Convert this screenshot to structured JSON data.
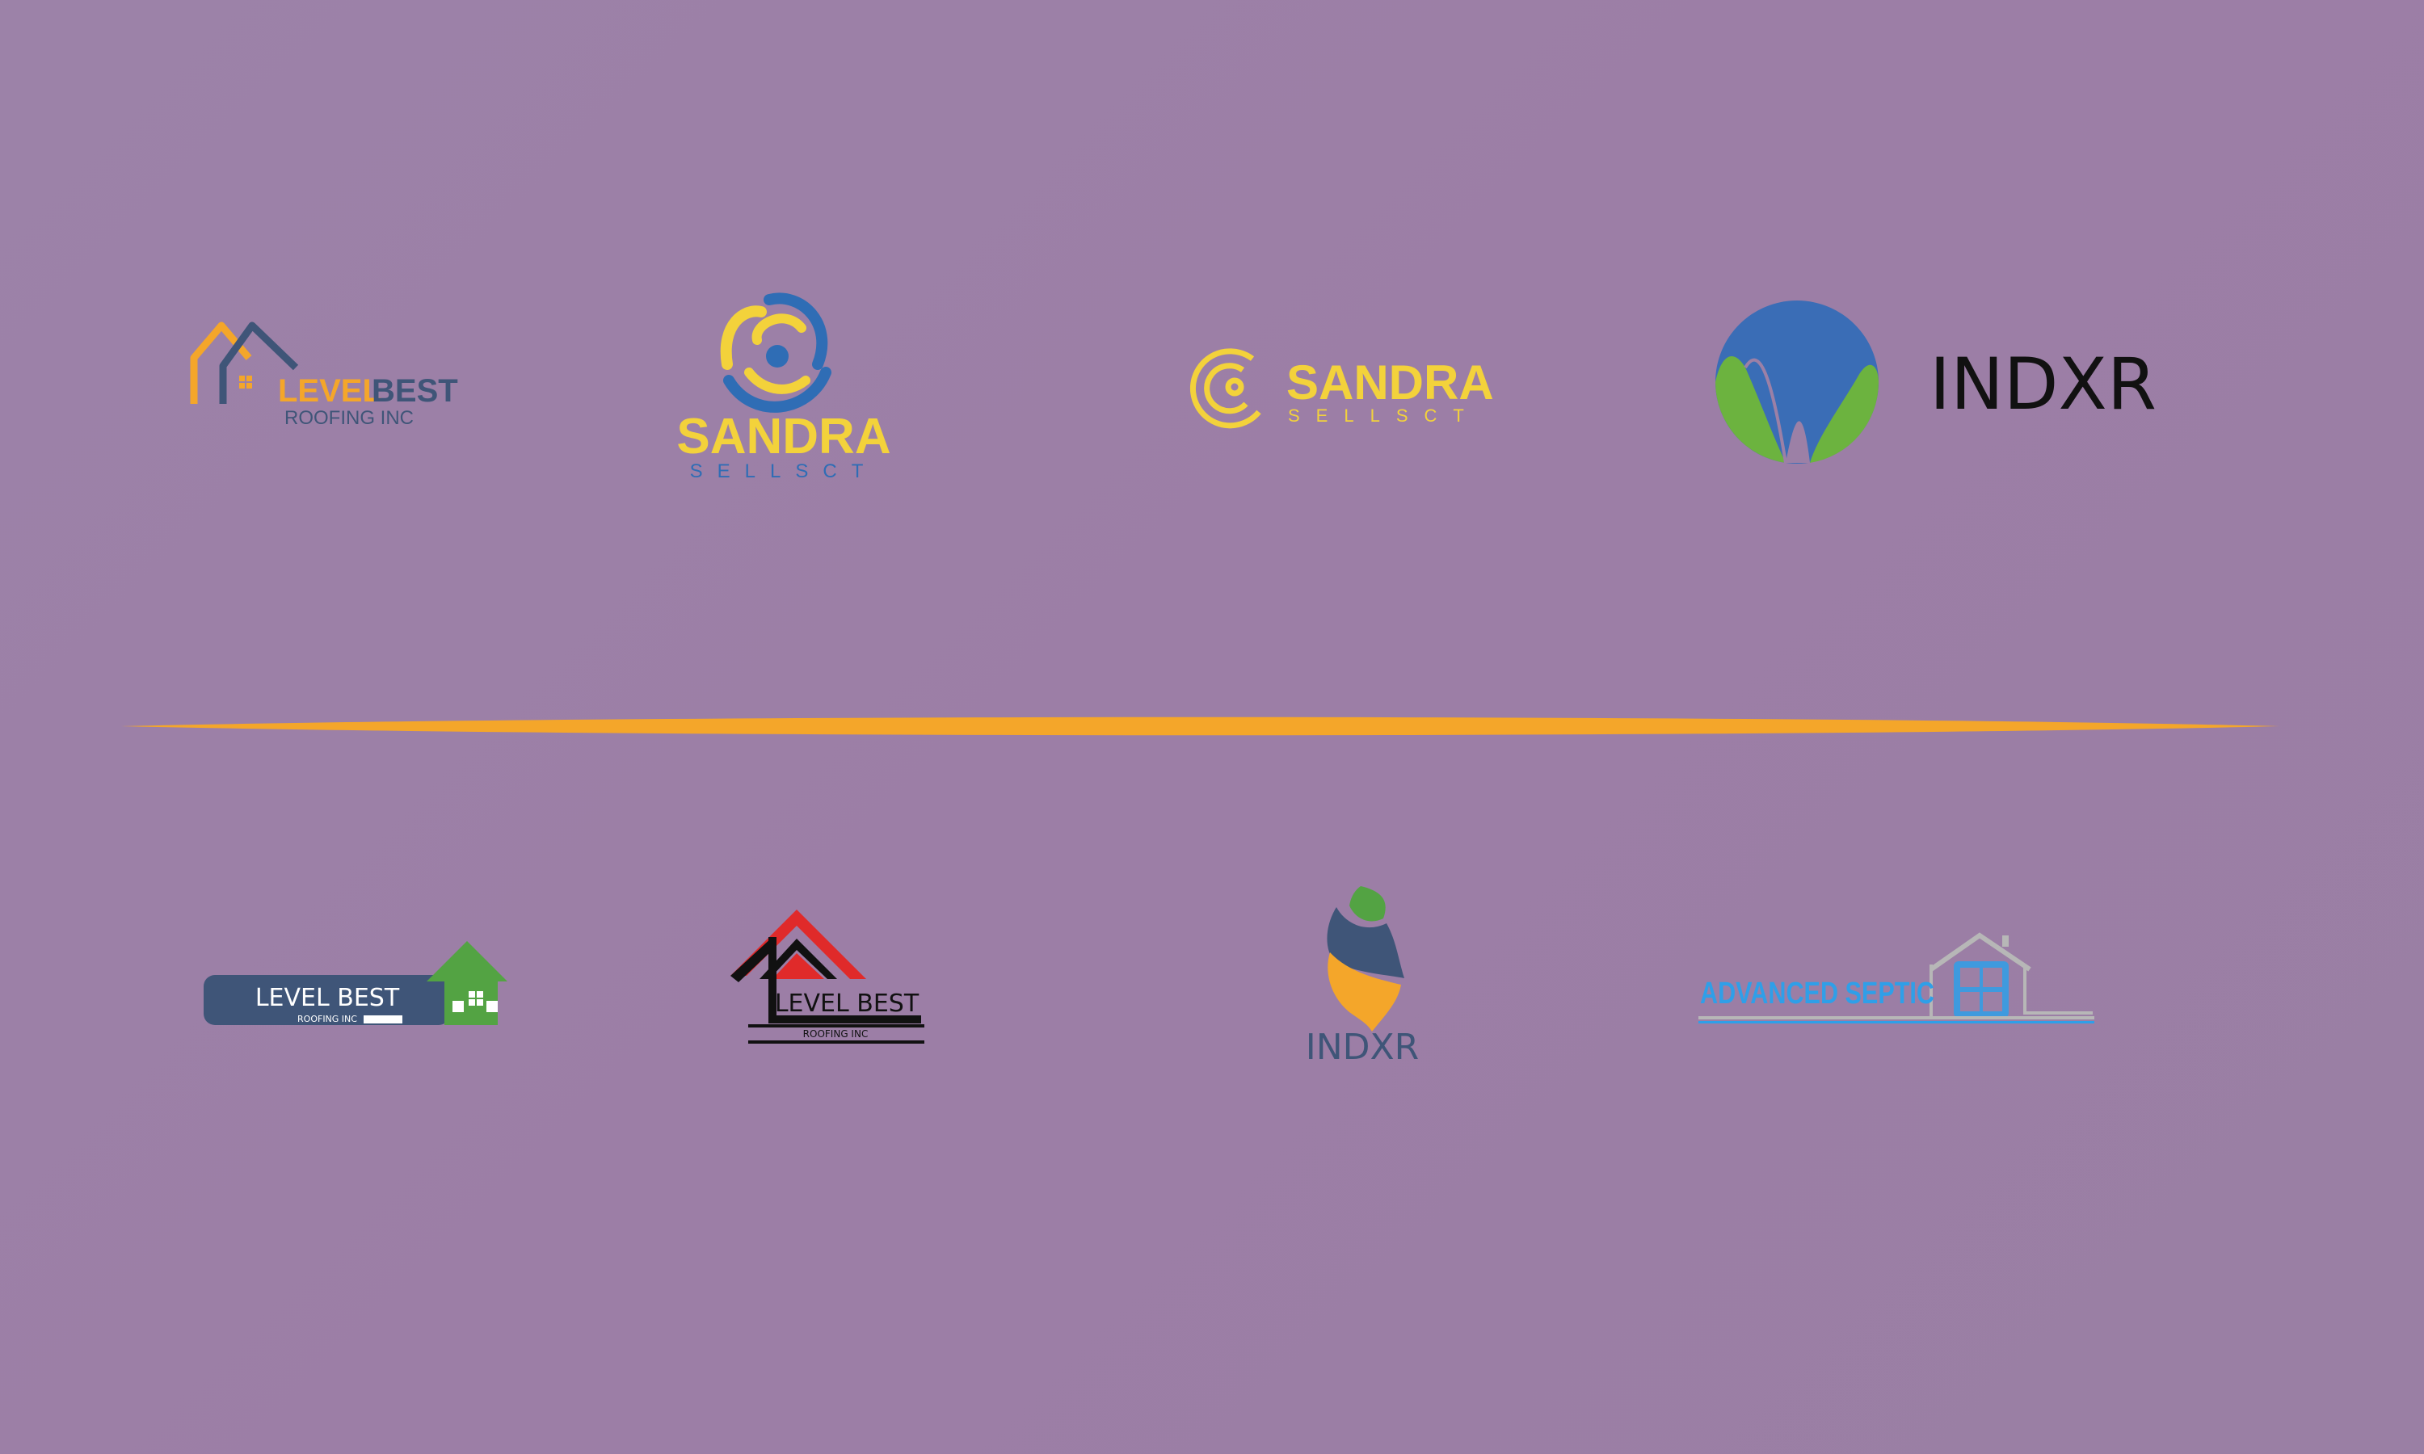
{
  "colors": {
    "background": "#9c80a6",
    "divider": "#f4a62a",
    "orange": "#f4a62a",
    "slate": "#3f5578",
    "yellow": "#f3d23b",
    "blue": "#2f6db5",
    "green": "#6cb33f",
    "dark_green": "#53a343",
    "red": "#e02a2a",
    "black": "#111111",
    "light_blue": "#2f9fe8",
    "gray": "#b7b7b7"
  },
  "logos_top": [
    {
      "id": "level-best-1",
      "text_main_a": "LEVEL",
      "text_main_b": "BEST",
      "text_sub": "ROOFING INC"
    },
    {
      "id": "sandra-1",
      "text_main": "SANDRA",
      "text_sub": "SELLSCT"
    },
    {
      "id": "sandra-2",
      "text_main": "SANDRA",
      "text_sub": "SELLSCT"
    },
    {
      "id": "indxr-1",
      "text_main": "INDXR"
    }
  ],
  "logos_bottom": [
    {
      "id": "level-best-2",
      "text_main": "LEVEL BEST",
      "text_sub": "ROOFING INC"
    },
    {
      "id": "level-best-3",
      "text_main": "LEVEL BEST",
      "text_sub": "ROOFING INC"
    },
    {
      "id": "indxr-2",
      "text_main": "INDXR"
    },
    {
      "id": "advanced-septic",
      "text_main": "ADVANCED SEPTIC"
    }
  ]
}
